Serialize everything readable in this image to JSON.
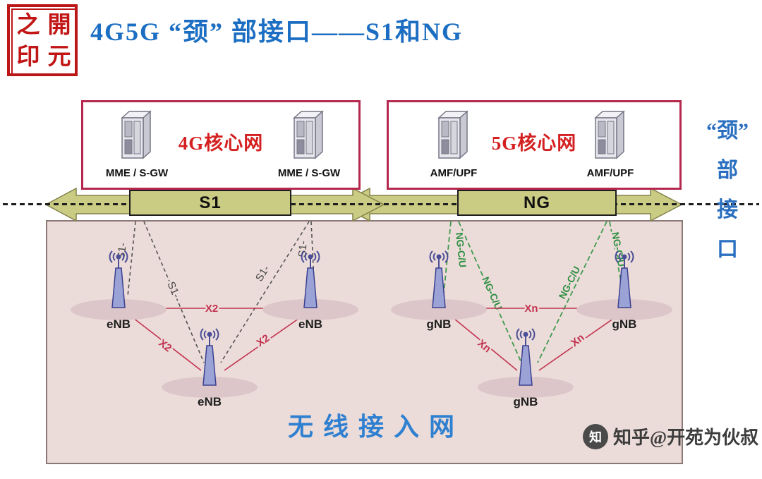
{
  "title": "4G5G “颈” 部接口——S1和NG",
  "seal": {
    "chars": [
      "之",
      "開",
      "印",
      "元"
    ]
  },
  "core_boxes": {
    "left": {
      "title": "4G核心网",
      "nodes": [
        "MME / S-GW",
        "MME / S-GW"
      ]
    },
    "right": {
      "title": "5G核心网",
      "nodes": [
        "AMF/UPF",
        "AMF/UPF"
      ]
    }
  },
  "band": {
    "s1_label": "S1",
    "ng_label": "NG"
  },
  "side_note": {
    "lines": [
      "“颈”",
      "部",
      "接",
      "口"
    ]
  },
  "ran": {
    "caption": "无线接入网",
    "stations": {
      "enb": "eNB",
      "gnb": "gNB"
    },
    "links": {
      "x2": "X2",
      "xn": "Xn",
      "s1": "S1-",
      "ng": "NG-C/U"
    }
  },
  "watermark": {
    "logo_char": "知",
    "text": "知乎@开苑为伙叔"
  },
  "colors": {
    "title_blue": "#1b6ec2",
    "core_border_red": "#b5284e",
    "core_text_red": "#d42020",
    "band_olive": "#cbcc84",
    "ran_pink": "#ecdcd9",
    "link_red": "#c23350",
    "link_green": "#3f9a4f",
    "caption_blue": "#2f80d0"
  }
}
